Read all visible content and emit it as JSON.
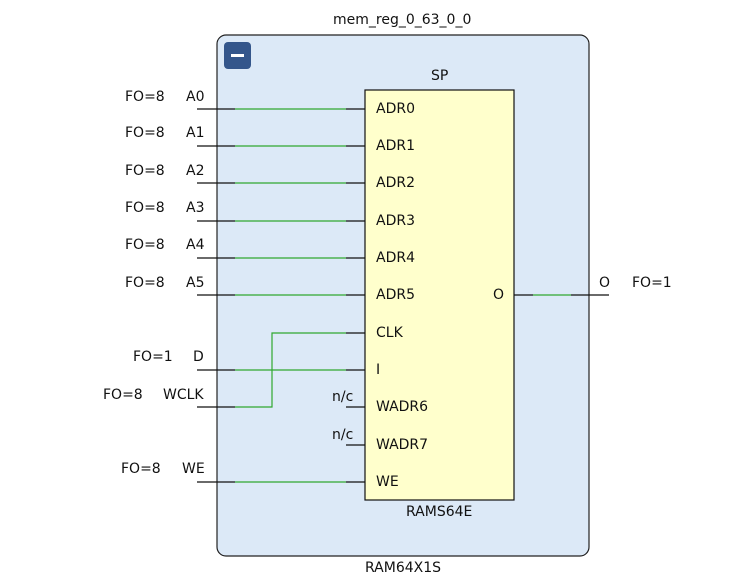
{
  "cell": {
    "instance_name": "mem_reg_0_63_0_0",
    "type": "RAM64X1S",
    "collapse_icon": "minus-icon",
    "colors": {
      "cell_fill": "#dce9f7",
      "cell_border": "#222222",
      "primitive_fill": "#ffffcc",
      "wire": "#2fa82f",
      "collapse_button": "#34568b"
    }
  },
  "primitive": {
    "header": "SP",
    "type": "RAMS64E",
    "pins": [
      "ADR0",
      "ADR1",
      "ADR2",
      "ADR3",
      "ADR4",
      "ADR5",
      "CLK",
      "I",
      "WADR6",
      "WADR7",
      "WE"
    ],
    "output_pin": "O"
  },
  "inputs": [
    {
      "fanout": "FO=8",
      "port": "A0"
    },
    {
      "fanout": "FO=8",
      "port": "A1"
    },
    {
      "fanout": "FO=8",
      "port": "A2"
    },
    {
      "fanout": "FO=8",
      "port": "A3"
    },
    {
      "fanout": "FO=8",
      "port": "A4"
    },
    {
      "fanout": "FO=8",
      "port": "A5"
    },
    {
      "fanout": "FO=1",
      "port": "D"
    },
    {
      "fanout": "FO=8",
      "port": "WCLK"
    },
    {
      "fanout": "FO=8",
      "port": "WE"
    }
  ],
  "unconnected": [
    "n/c",
    "n/c"
  ],
  "output": {
    "port": "O",
    "fanout": "FO=1"
  }
}
